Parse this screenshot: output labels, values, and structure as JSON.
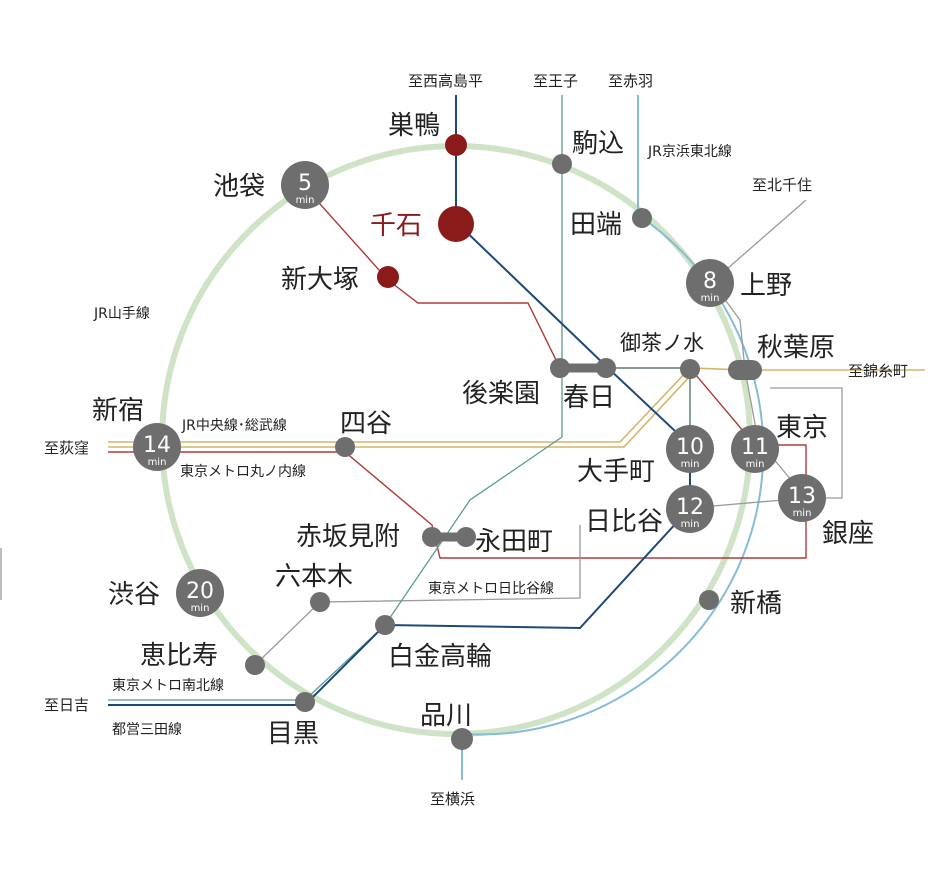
{
  "colors": {
    "yamanote": "#cfe3c6",
    "keihin": "#86bcd8",
    "namboku": "#5a9c92",
    "mita": "#1f4a78",
    "marunouchi": "#b03a3a",
    "chuo": "#d6b46a",
    "hibiya": "#9a9a9a",
    "senju": "#9a9a9a",
    "station": "#6e6e6e",
    "highlight": "#8b1a1a"
  },
  "lines": {
    "yamanote": "JR山手線",
    "keihin": "JR京浜東北線",
    "chuo_sobu": "JR中央線･総武線",
    "marunouchi": "東京メトロ丸ノ内線",
    "hibiya": "東京メトロ日比谷線",
    "namboku": "東京メトロ南北線",
    "mita": "都営三田線"
  },
  "destinations": {
    "nishitakashimadaira": "至西高島平",
    "oji": "至王子",
    "akabane": "至赤羽",
    "kitasenju": "至北千住",
    "kinshicho": "至錦糸町",
    "ogikubo": "至荻窪",
    "hiyoshi": "至日吉",
    "yokohama": "至横浜"
  },
  "stations": {
    "sugamo": "巣鴨",
    "sengoku": "千石",
    "komagome": "駒込",
    "ikebukuro": "池袋",
    "shinotsuka": "新大塚",
    "tabata": "田端",
    "ueno": "上野",
    "ochanomizu": "御茶ノ水",
    "akihabara": "秋葉原",
    "korakuen": "後楽園",
    "kasuga": "春日",
    "shinjuku": "新宿",
    "yotsuya": "四谷",
    "tokyo": "東京",
    "otemachi": "大手町",
    "hibiya": "日比谷",
    "ginza": "銀座",
    "akasakamitsuke": "赤坂見附",
    "nagatacho": "永田町",
    "roppongi": "六本木",
    "shibuya": "渋谷",
    "shinbashi": "新橋",
    "shirokanetakanawa": "白金高輪",
    "ebisu": "恵比寿",
    "meguro": "目黒",
    "shinagawa": "品川"
  },
  "times": {
    "ikebukuro": "5",
    "ueno": "8",
    "shinjuku": "14",
    "otemachi": "10",
    "tokyo": "11",
    "hibiya": "12",
    "ginza": "13",
    "shibuya": "20"
  },
  "min_label": "min"
}
